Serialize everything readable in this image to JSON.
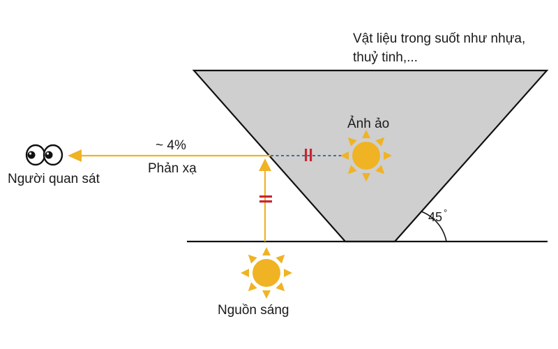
{
  "labels": {
    "material_line1": "Vật liệu trong suốt như nhựa,",
    "material_line2": "thuỷ tinh,...",
    "virtual_image": "Ảnh ảo",
    "percent": "~ 4%",
    "reflection": "Phản xạ",
    "observer": "Người quan sát",
    "light_source": "Nguồn sáng",
    "angle": "45",
    "degree_mark": "°"
  },
  "colors": {
    "prism_fill": "#cfcfcf",
    "line": "#111111",
    "ray": "#f0b323",
    "sun": "#f0b323",
    "dashed": "#3a6ea5",
    "equal_mark": "#c8262d"
  },
  "icons": {
    "observer": "eyes-icon",
    "light_source": "sun-icon",
    "virtual_image": "sun-icon"
  }
}
